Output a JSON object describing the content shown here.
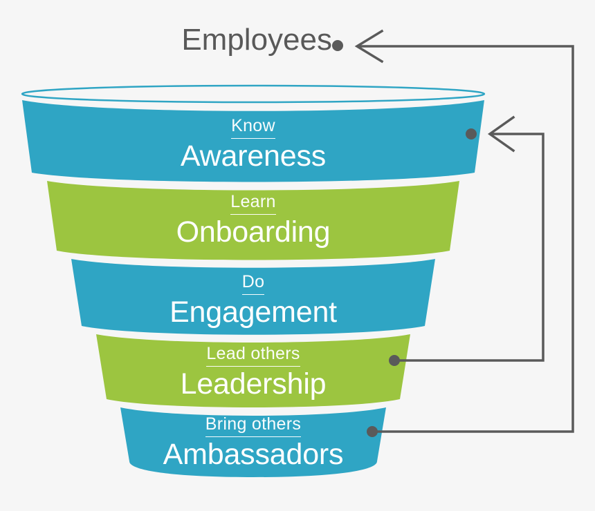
{
  "diagram": {
    "title": "Employees",
    "title_color": "#595959",
    "background": "#f6f6f6",
    "connector_color": "#5a5a5a",
    "colors": {
      "blue": "#2fa5c4",
      "green": "#9cc540",
      "white": "#ffffff",
      "dot": "#5a5a5a"
    }
  },
  "stages": [
    {
      "id": "awareness",
      "sub": "Know",
      "label": "Awareness",
      "color": "#2fa5c4",
      "has_connector_dot": true
    },
    {
      "id": "onboarding",
      "sub": "Learn",
      "label": "Onboarding",
      "color": "#9cc540",
      "has_connector_dot": false
    },
    {
      "id": "engagement",
      "sub": "Do",
      "label": "Engagement",
      "color": "#2fa5c4",
      "has_connector_dot": false
    },
    {
      "id": "leadership",
      "sub": "Lead others",
      "label": "Leadership",
      "color": "#9cc540",
      "has_connector_dot": true
    },
    {
      "id": "ambassadors",
      "sub": "Bring others",
      "label": "Ambassadors",
      "color": "#2fa5c4",
      "has_connector_dot": true
    }
  ],
  "connectors": [
    {
      "id": "ambassadors-to-employees",
      "from": "ambassadors",
      "to": "employees",
      "description": "Ambassadors feed back to Employees"
    },
    {
      "id": "leadership-to-awareness",
      "from": "leadership",
      "to": "awareness",
      "description": "Leadership feeds back to Awareness"
    }
  ]
}
